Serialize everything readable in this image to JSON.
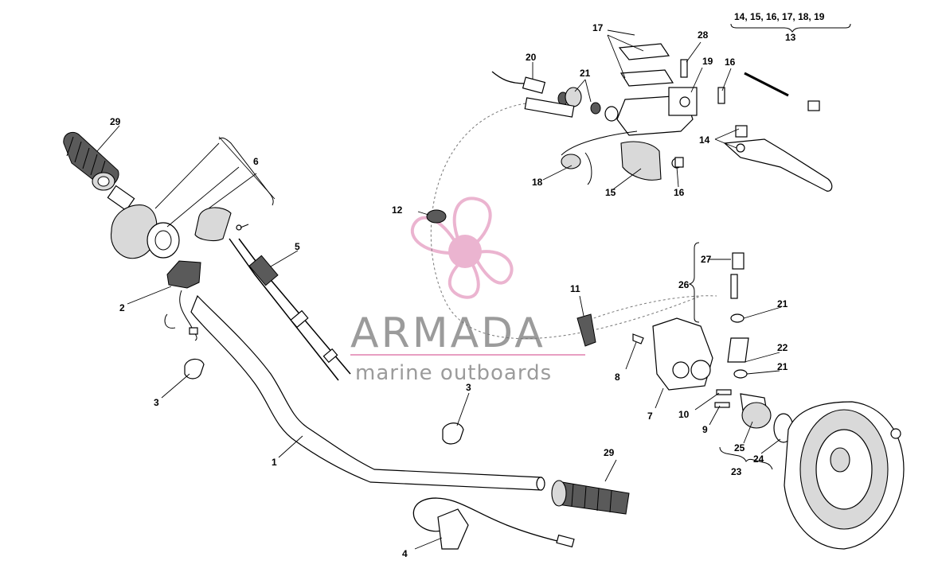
{
  "watermark": {
    "brand": "ARMADA",
    "tagline": "marine outboards",
    "colors": {
      "logo": "#e8a8c8",
      "text": "#8a8a8a",
      "line": "#e58fb8"
    }
  },
  "callouts": {
    "c1": "1",
    "c2": "2",
    "c3a": "3",
    "c3b": "3",
    "c4": "4",
    "c5": "5",
    "c6": "6",
    "c7": "7",
    "c8": "8",
    "c9": "9",
    "c10": "10",
    "c11": "11",
    "c12": "12",
    "c13": "13",
    "c14": "14",
    "c15": "15",
    "c16a": "16",
    "c16b": "16",
    "c17": "17",
    "c18": "18",
    "c19": "19",
    "c20": "20",
    "c21a": "21",
    "c21b": "21",
    "c21c": "21",
    "c22": "22",
    "c23": "23",
    "c24": "24",
    "c25": "25",
    "c26": "26",
    "c27": "27",
    "c28": "28",
    "c29a": "29",
    "c29b": "29"
  },
  "kit_note": "14, 15, 16, 17, 18, 19"
}
